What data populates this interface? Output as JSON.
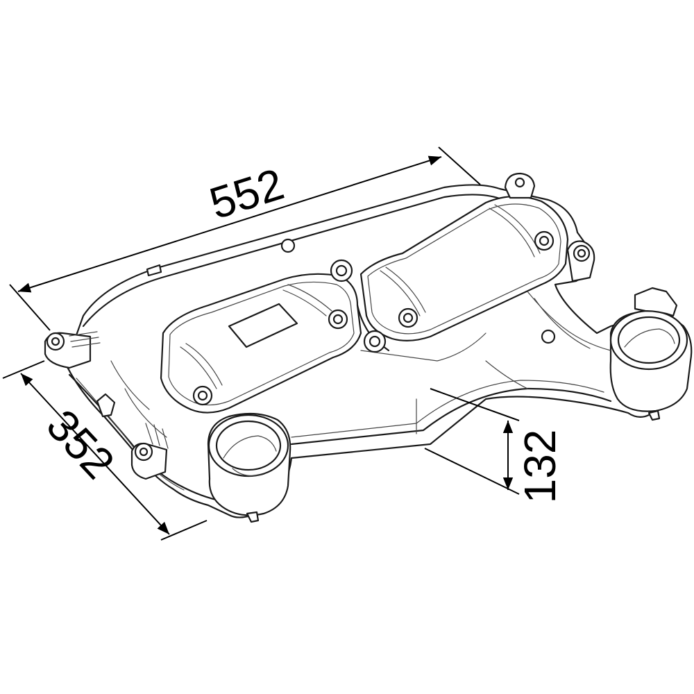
{
  "dimensions": {
    "length": "552",
    "width": "352",
    "height": "132"
  },
  "colors": {
    "line": "#1a1a1a",
    "background": "#ffffff"
  }
}
